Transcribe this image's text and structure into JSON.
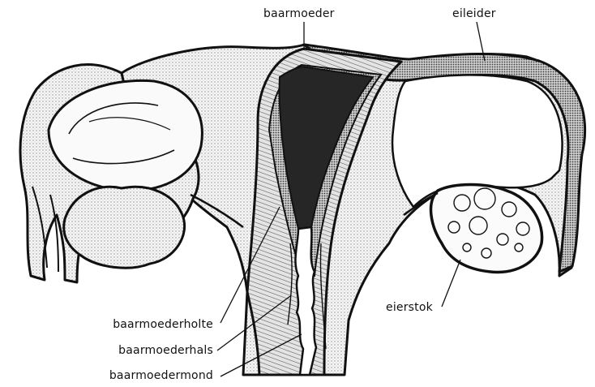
{
  "labels": {
    "uterus": "baarmoeder",
    "fallopian_tube": "eileider",
    "ovary": "eierstok",
    "uterine_cavity": "baarmoederholte",
    "cervix": "baarmoederhals",
    "external_os": "baarmoedermond"
  },
  "colors": {
    "ink": "#111111",
    "background": "#ffffff",
    "tissue_light": "#f3f3f3",
    "tissue_dot": "#9a9a9a",
    "cavity_dark": "#2a2a2a"
  }
}
